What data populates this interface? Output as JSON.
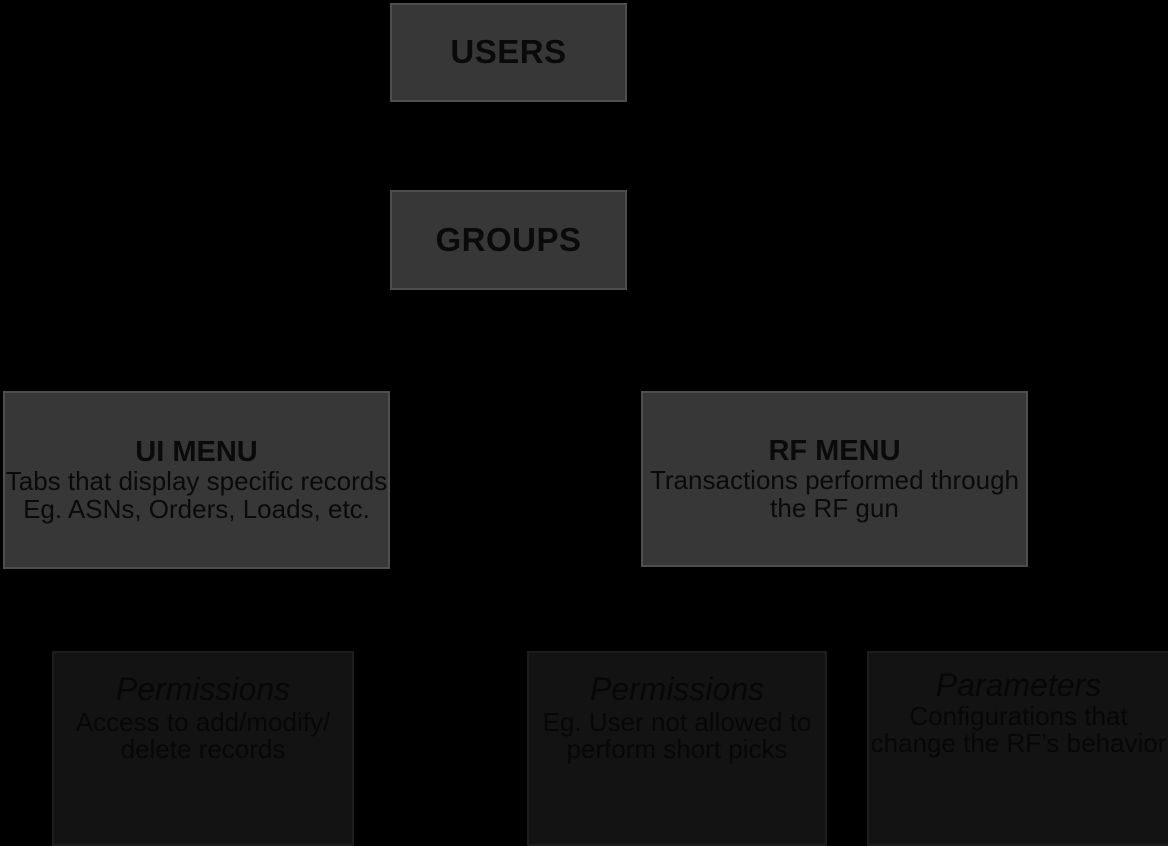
{
  "diagram": {
    "title": "USERS",
    "background_color": "#000000",
    "box_fill_upper": "#373737",
    "box_fill_lower": "#131313",
    "box_border_upper": "#4e4e4e",
    "box_border_lower": "#1d1d1d",
    "text_color": "#0a0a0a"
  },
  "nodes": {
    "users": {
      "title": "USERS",
      "description": ""
    },
    "groups": {
      "title": "GROUPS",
      "description": ""
    },
    "ui_menu": {
      "title": "UI MENU",
      "description": "Tabs that display specific records\nEg. ASNs, Orders, Loads, etc."
    },
    "rf_menu": {
      "title": "RF MENU",
      "description": "Transactions performed through the RF gun"
    },
    "ui_permissions": {
      "title": "Permissions",
      "description": "Access to add/modify/ delete records"
    },
    "rf_permissions": {
      "title": "Permissions",
      "description": "Eg. User not allowed to perform short picks"
    },
    "rf_parameters": {
      "title": "Parameters",
      "description": "Configurations that change the RF’s behavior"
    }
  },
  "connectors": [
    {
      "from": "users",
      "to": "groups"
    },
    {
      "from": "groups",
      "to": "ui_menu"
    },
    {
      "from": "groups",
      "to": "rf_menu"
    },
    {
      "from": "ui_menu",
      "to": "ui_permissions"
    },
    {
      "from": "rf_menu",
      "to": "rf_permissions"
    },
    {
      "from": "rf_menu",
      "to": "rf_parameters"
    }
  ]
}
